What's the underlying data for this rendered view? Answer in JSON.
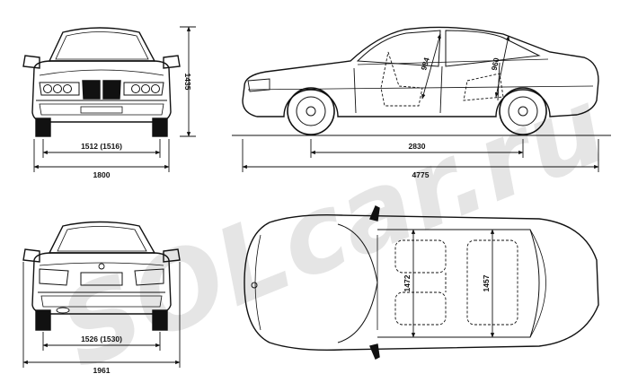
{
  "watermark": {
    "text": "SOLcar.ru",
    "color": "#cfcfcf"
  },
  "colors": {
    "ink": "#111111",
    "paper": "#ffffff"
  },
  "dimensions": {
    "front_track": "1512 (1516)",
    "front_width": "1800",
    "height": "1435",
    "wheelbase": "2830",
    "length": "4775",
    "headroom_front": "984",
    "headroom_rear": "960",
    "rear_track": "1526 (1530)",
    "overall_width_mirrors": "1961",
    "shoulder_front": "1472",
    "shoulder_rear": "1457"
  }
}
